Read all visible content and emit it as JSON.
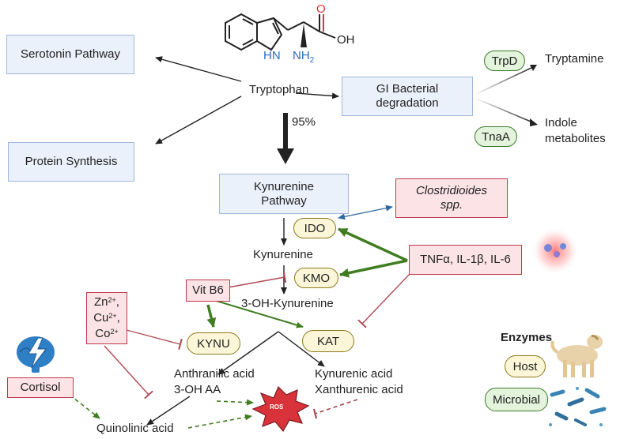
{
  "pathways": {
    "serotonin": "Serotonin Pathway",
    "protein": "Protein Synthesis",
    "gi_bacterial_line1": "GI Bacterial",
    "gi_bacterial_line2": "degradation",
    "kynurenine_pathway_line1": "Kynurenine",
    "kynurenine_pathway_line2": "Pathway"
  },
  "metabolites": {
    "tryptophan": "Tryptophan",
    "percent": "95%",
    "tryptamine": "Tryptamine",
    "indole_line1": "Indole",
    "indole_line2": "metabolites",
    "kynurenine": "Kynurenine",
    "oh_kynurenine": "3-OH-Kynurenine",
    "anthranilic": "Anthranilic acid",
    "oh_aa": "3-OH AA",
    "kynurenic": "Kynurenic acid",
    "xanthurenic": "Xanthurenic acid",
    "quinolinic": "Quinolinic acid"
  },
  "molecule": {
    "o": "O",
    "oh": "OH",
    "hn": "HN",
    "nh": "NH",
    "nh_sub": "2"
  },
  "enzymes": {
    "trpd": "TrpD",
    "tnaa": "TnaA",
    "ido": "IDO",
    "kmo": "KMO",
    "kynu": "KYNU",
    "kat": "KAT"
  },
  "modulators": {
    "clostridioides_line1": "Clostridioides",
    "clostridioides_line2": "spp.",
    "cytokines": "TNFα, IL-1β, IL-6",
    "vitb6": "Vit B6",
    "zn": "Zn",
    "zn_sup": "2+",
    "cu": "Cu",
    "cu_sup": "2+",
    "co": "Co",
    "co_sup": "2+",
    "cortisol": "Cortisol",
    "ros": "ROS"
  },
  "legend": {
    "title": "Enzymes",
    "host": "Host",
    "microbial": "Microbial"
  },
  "colors": {
    "blue_box_fill": "#eaf1fb",
    "blue_box_border": "#9fb8dc",
    "red_box_fill": "#fbe3e6",
    "red_box_border": "#c0394a",
    "host_fill": "#fbf6d8",
    "microbial_fill": "#e3f3dc",
    "activation_green": "#3f7d20",
    "inhibition_red": "#b04a52"
  },
  "icons": [
    "brain-lightning-icon",
    "ros-burst-icon",
    "cytokine-glow-icon",
    "dog-icon",
    "bacteria-icon"
  ]
}
